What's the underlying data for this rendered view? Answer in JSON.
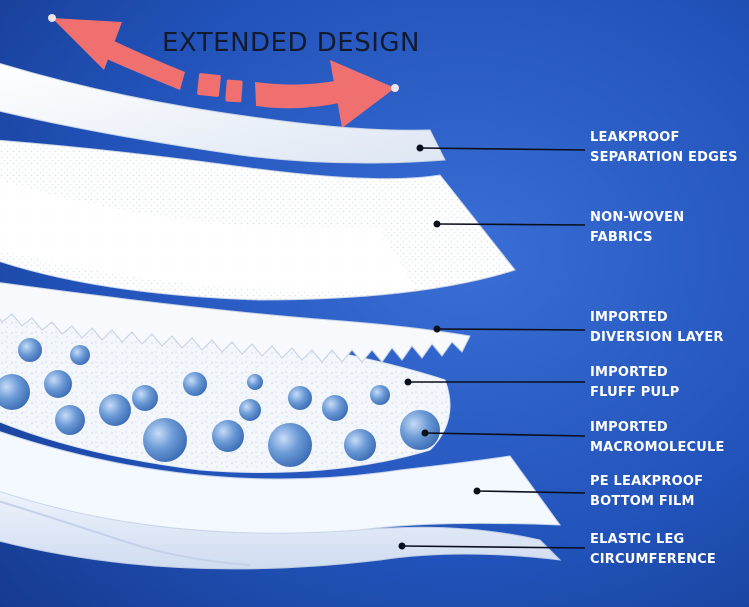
{
  "title": "EXTENDED DESIGN",
  "colors": {
    "background": "#1f4fb8",
    "arrow": "#f07070",
    "title_text": "#141a2e",
    "label_text": "#ffffff",
    "leader_line": "#0a0f1c",
    "layer": "#ffffff",
    "beads": "#5d8fd0"
  },
  "layers": [
    {
      "id": "leakproof-edges",
      "line1": "LEAKPROOF",
      "line2": "SEPARATION EDGES"
    },
    {
      "id": "non-woven",
      "line1": "NON-WOVEN",
      "line2": "FABRICS"
    },
    {
      "id": "diversion",
      "line1": "IMPORTED",
      "line2": "DIVERSION LAYER"
    },
    {
      "id": "fluff-pulp",
      "line1": "IMPORTED",
      "line2": "FLUFF PULP"
    },
    {
      "id": "macromolecule",
      "line1": "IMPORTED",
      "line2": "MACROMOLECULE"
    },
    {
      "id": "bottom-film",
      "line1": "PE LEAKPROOF",
      "line2": "BOTTOM FILM"
    },
    {
      "id": "elastic-leg",
      "line1": "ELASTIC LEG",
      "line2": "CIRCUMFERENCE"
    }
  ]
}
